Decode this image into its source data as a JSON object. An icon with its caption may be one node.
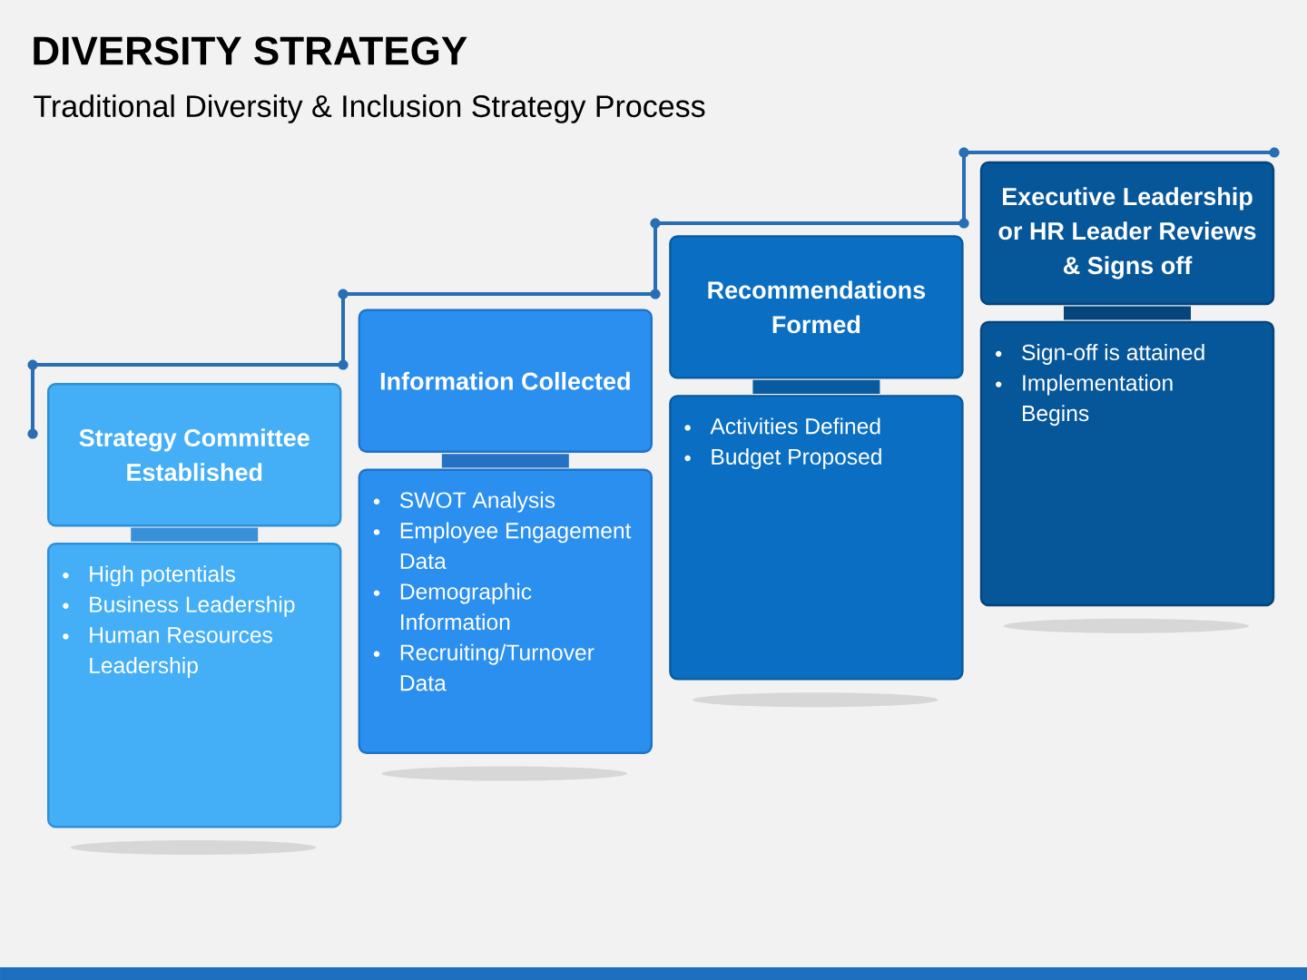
{
  "diagram": {
    "title": "DIVERSITY STRATEGY",
    "nodes": [
      {
        "text": [
          "Strategy Committee Established"
        ]
      },
      {
        "text": [
          "High potentials",
          "Business Leadership",
          "Human Resources Leadership"
        ]
      },
      {
        "text": [
          "Information Collected"
        ]
      },
      {
        "text": [
          "SWOT Analysis",
          "Employee Engagement Data",
          "Demographic Information",
          "Recruiting/Turnover Data"
        ]
      },
      {
        "text": [
          "Recommendations Formed"
        ]
      },
      {
        "text": [
          "Activities Defined",
          "Budget Proposed"
        ]
      },
      {
        "text": [
          "Executive Leadership or HR Leader Reviews & Signs off"
        ]
      },
      {
        "text": [
          "Sign-off is attained",
          "Implementation Begins"
        ]
      }
    ],
    "edges": [
      {
        "from": 0,
        "to": 1,
        "arrow": "none",
        "color": "#3890d8"
      },
      {
        "from": 2,
        "to": 3,
        "arrow": "none",
        "color": "#2672c2"
      },
      {
        "from": 4,
        "to": 5,
        "arrow": "none",
        "color": "#0a5aa0"
      },
      {
        "from": 6,
        "to": 7,
        "arrow": "none",
        "color": "#05457c"
      }
    ],
    "labels": [
      "Traditional Diversity & Inclusion Strategy Process"
    ]
  }
}
